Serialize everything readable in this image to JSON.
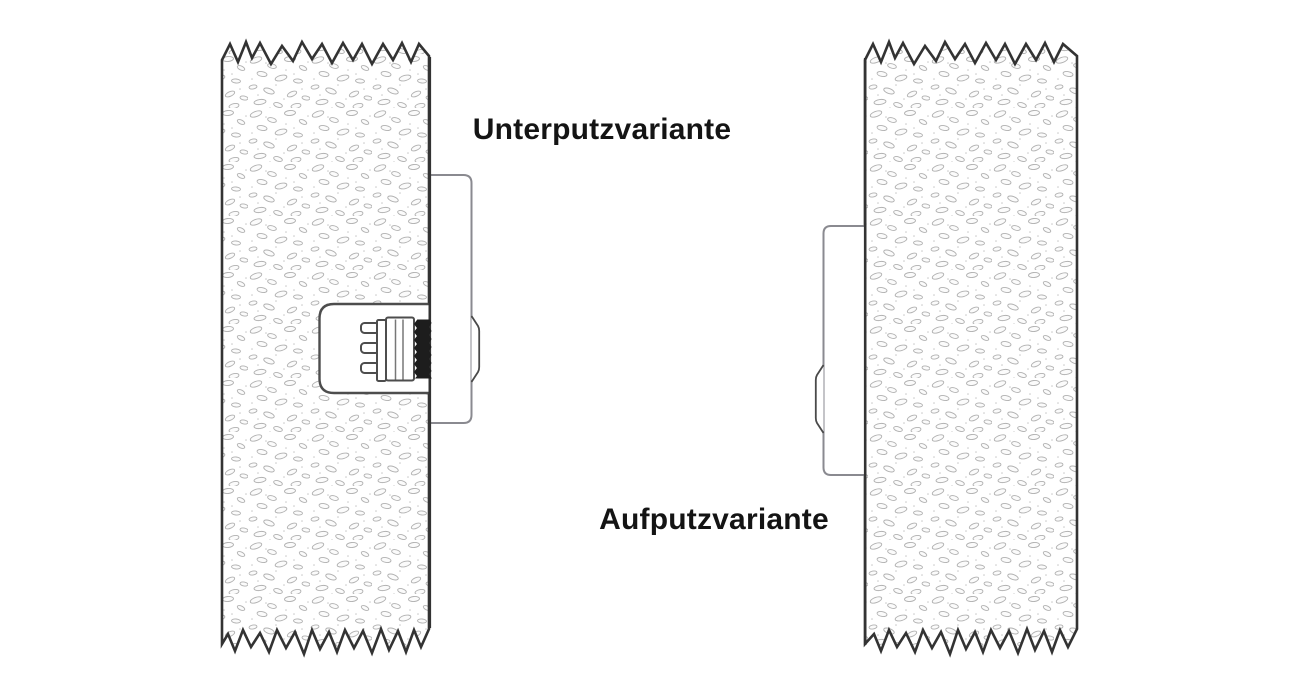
{
  "page": {
    "background": "#ffffff",
    "kind": "installation-diagram"
  },
  "diagrams": [
    {
      "id": "unterputz",
      "label": "Unterputzvariante",
      "drawn_parts": [
        "wall-cross-section",
        "recessed-cavity",
        "three-pin-connector-plug",
        "threaded-collar",
        "flush-faceplate",
        "faceplate-knob"
      ]
    },
    {
      "id": "aufputz",
      "label": "Aufputzvariante",
      "drawn_parts": [
        "wall-cross-section",
        "surface-mounted-box",
        "box-knob"
      ]
    }
  ],
  "colors": {
    "wall_outline": "#333333",
    "component_outline": "#8a8a90",
    "cavity_outline": "#4d4d4d",
    "thread_fill": "#1d1d1d",
    "texture_stipple": "#b0b0b0",
    "label_text": "#141414",
    "background": "#ffffff"
  }
}
